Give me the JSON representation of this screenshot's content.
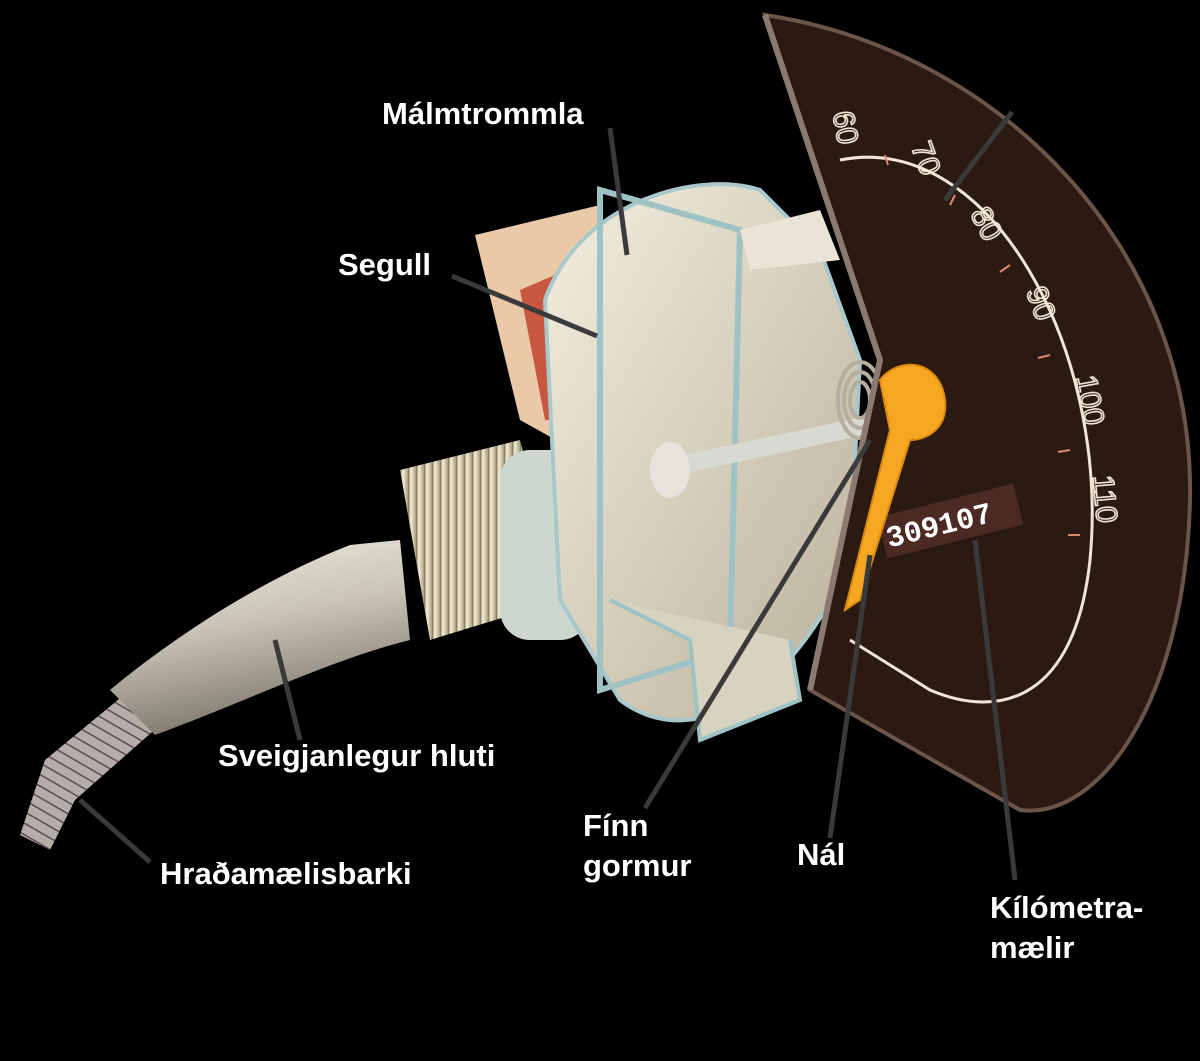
{
  "labels": {
    "drum": "Málmtrommla",
    "magnet": "Segull",
    "flexible_part": "Sveigjanlegur hluti",
    "cable": "Hraðamælisbarki",
    "hairspring_line1": "Fínn",
    "hairspring_line2": "gormur",
    "needle": "Nál",
    "odometer_line1": "Kílómetra-",
    "odometer_line2": "mælir"
  },
  "dial": {
    "numbers": [
      "60",
      "70",
      "80",
      "90",
      "100",
      "110"
    ],
    "odometer_digits": "309107"
  },
  "colors": {
    "background": "#000000",
    "dial_face": "#2b1a12",
    "needle": "#f5a623",
    "leader_line": "#3a3a3a",
    "label": "#ffffff"
  }
}
